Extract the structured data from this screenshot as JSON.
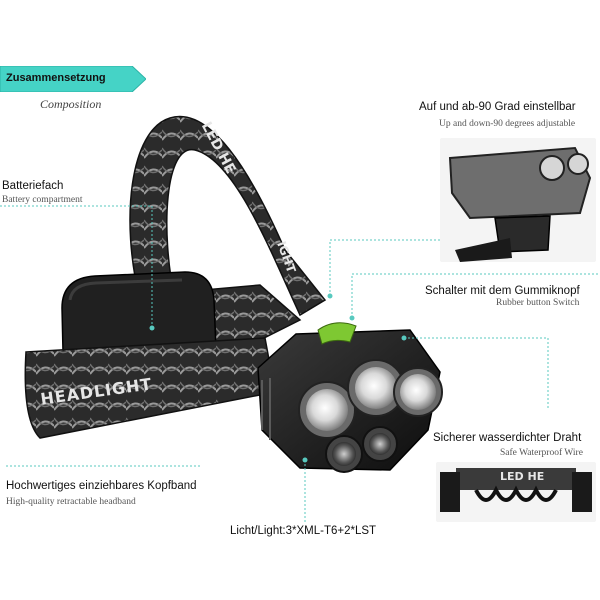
{
  "banner": {
    "title": "Zusammensetzung",
    "subtitle": "Composition"
  },
  "labels": {
    "battery": {
      "de": "Batteriefach",
      "en": "Battery compartment"
    },
    "adjustable": {
      "de": "Auf und ab-90 Grad einstellbar",
      "en": "Up and down-90 degrees adjustable"
    },
    "switch": {
      "de": "Schalter mit dem Gummiknopf",
      "en": "Rubber button Switch"
    },
    "wire": {
      "de": "Sicherer wasserdichter Draht",
      "en": "Safe Waterproof Wire"
    },
    "headband": {
      "de": "Hochwertiges einziehbares Kopfband",
      "en": "High-quality retractable headband"
    },
    "light": {
      "text": "Licht/Light:3*XML-T6+2*LST"
    }
  },
  "strap_texts": {
    "front": "HEADLIGHT",
    "top": "LED HE",
    "side": "IGHT",
    "wire_band": "LED HE"
  },
  "colors": {
    "accent": "#3fd6c8",
    "leader": "#58c9bf",
    "body": "#1a1a1a",
    "metal": "#9a9a9a",
    "switch": "#7ec832"
  }
}
